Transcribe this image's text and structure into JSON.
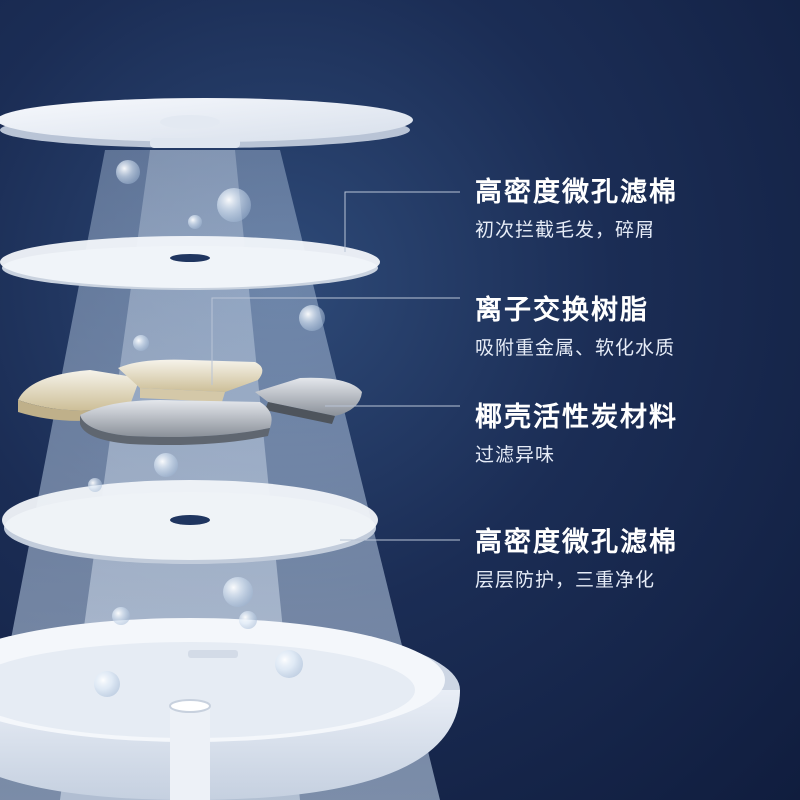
{
  "callouts": [
    {
      "title": "高密度微孔滤棉",
      "subtitle": "初次拦截毛发，碎屑"
    },
    {
      "title": "离子交换树脂",
      "subtitle": "吸附重金属、软化水质"
    },
    {
      "title": "椰壳活性炭材料",
      "subtitle": "过滤异味"
    },
    {
      "title": "高密度微孔滤棉",
      "subtitle": "层层防护，三重净化"
    }
  ],
  "colors": {
    "background_dark": "#101d3e",
    "background_light": "#2e4a78",
    "text": "#ffffff",
    "light_beam": "#bcd6f2",
    "filter_white": "#f2f5fa",
    "carbon_gray": "#5f6670",
    "resin_beige": "#d9cfb3"
  }
}
